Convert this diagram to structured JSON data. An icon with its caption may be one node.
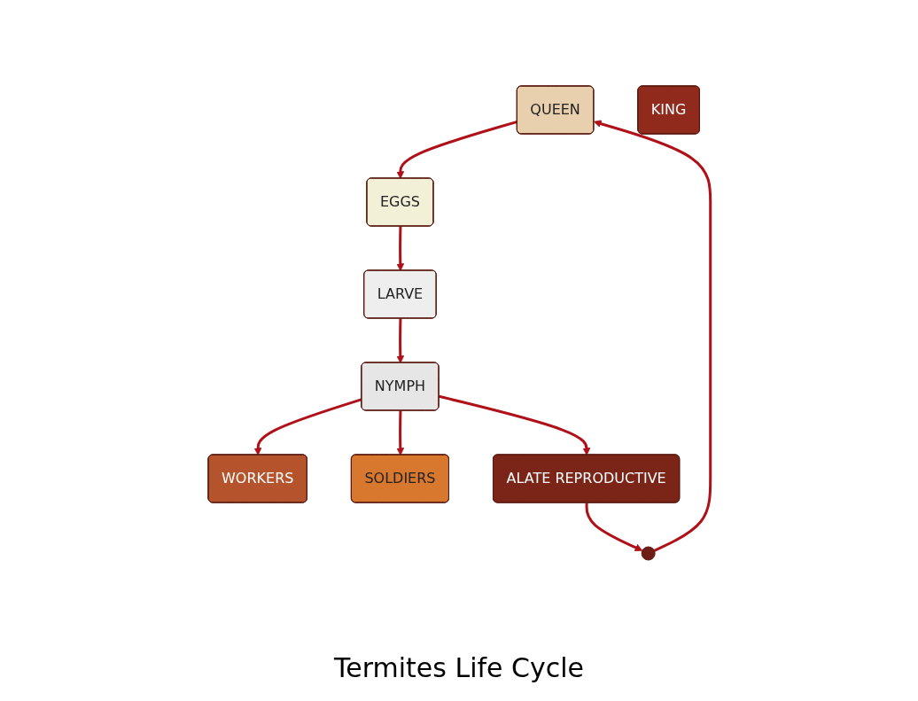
{
  "diagram": {
    "title": "Termites Life Cycle",
    "nodes": [
      {
        "text": [
          "QUEEN"
        ]
      },
      {
        "text": [
          "KING"
        ]
      },
      {
        "text": [
          "EGGS"
        ]
      },
      {
        "text": [
          "LARVE"
        ]
      },
      {
        "text": [
          "NYMPH"
        ]
      },
      {
        "text": [
          "WORKERS"
        ]
      },
      {
        "text": [
          "SOLDIERS"
        ]
      },
      {
        "text": [
          "ALATE REPRODUCTIVE"
        ]
      },
      {
        "text": [],
        "shape": "circle"
      }
    ],
    "edges": [
      {
        "from": 0,
        "to": 2,
        "arrow": "to"
      },
      {
        "from": 2,
        "to": 3,
        "arrow": "to"
      },
      {
        "from": 3,
        "to": 4,
        "arrow": "to"
      },
      {
        "from": 4,
        "to": 5,
        "arrow": "to"
      },
      {
        "from": 4,
        "to": 6,
        "arrow": "to"
      },
      {
        "from": 4,
        "to": 7,
        "arrow": "to"
      },
      {
        "from": 7,
        "to": 8,
        "arrow": "to"
      },
      {
        "from": 8,
        "to": 0,
        "arrow": "to"
      }
    ]
  }
}
